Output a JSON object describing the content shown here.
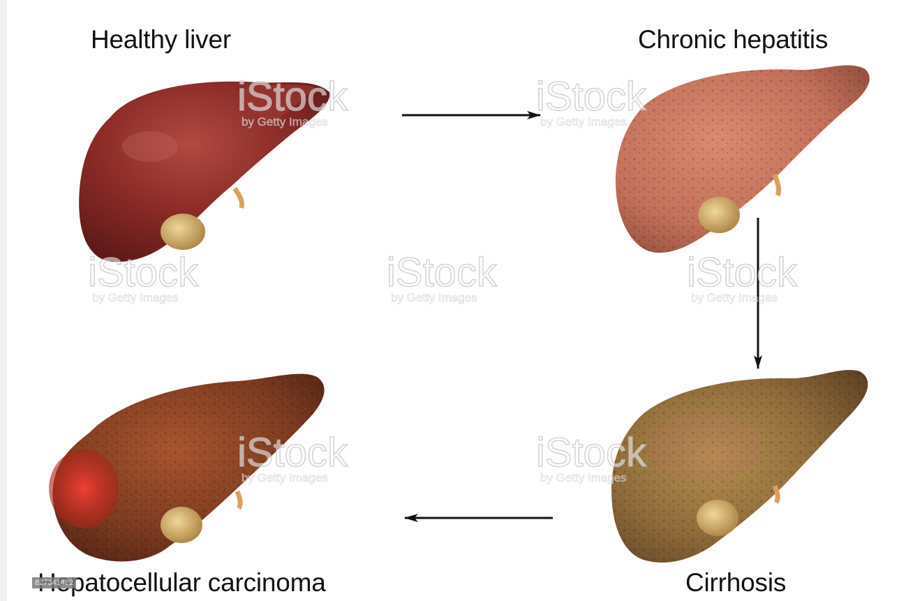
{
  "stages": {
    "healthy": "Healthy liver",
    "chronic": "Chronic hepatitis",
    "cirrhosis": "Cirrhosis",
    "carcinoma": "Hepatocellular carcinoma"
  },
  "watermark": {
    "brand": "iStock",
    "sub": "by Getty Images"
  },
  "image_id": "827341422",
  "colors": {
    "healthy": "#8a2a26",
    "chronic": "#c2705a",
    "cirrhosis": "#8e6a3a",
    "carcinoma": "#7b3a20",
    "tumor": "#d8302a",
    "gallbladder": "#d9b879",
    "arrow": "#111111"
  }
}
